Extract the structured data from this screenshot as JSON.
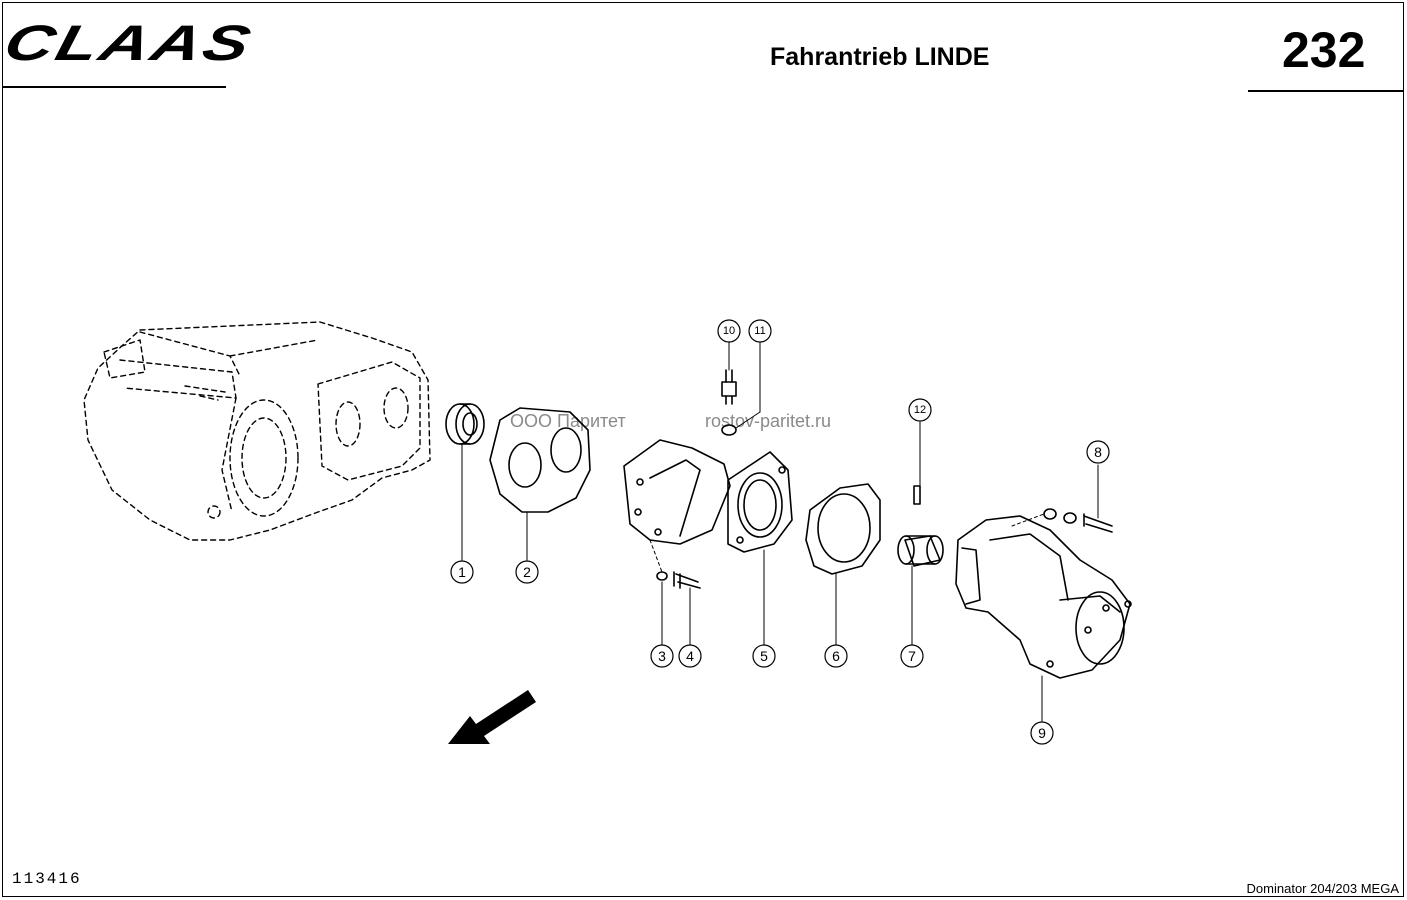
{
  "header": {
    "brand": "CLAAS",
    "title": "Fahrantrieb LINDE",
    "page_number": "232"
  },
  "footer": {
    "drawing_code": "113416",
    "model": "Dominator 204/203 MEGA"
  },
  "watermark": {
    "company": "ООО Паритет",
    "site": "rostov-paritet.ru"
  },
  "callouts": [
    "1",
    "2",
    "3",
    "4",
    "5",
    "6",
    "7",
    "8",
    "9",
    "10",
    "11",
    "12"
  ]
}
